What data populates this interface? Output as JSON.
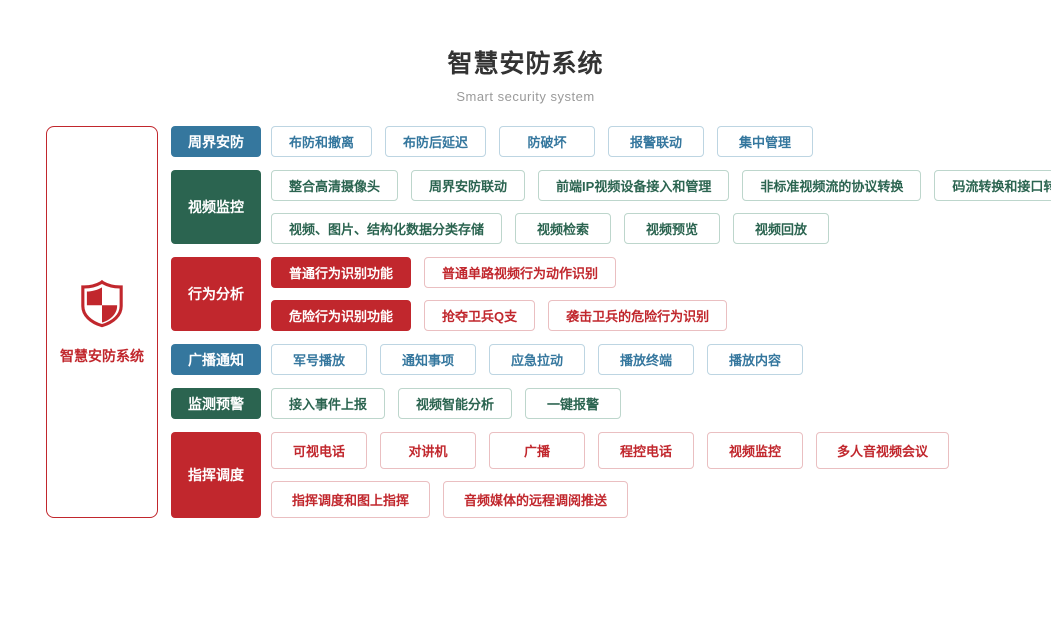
{
  "header": {
    "title": "智慧安防系统",
    "subtitle": "Smart security system"
  },
  "root": {
    "label": "智慧安防系统",
    "icon": "shield-icon"
  },
  "colors": {
    "blue": "#35779e",
    "green": "#2b6450",
    "red": "#c1272d",
    "blue_border": "#bdd5e2",
    "green_border": "#bdd6cc",
    "red_border": "#eabfc1"
  },
  "categories": [
    {
      "id": "perimeter",
      "label": "周界安防",
      "color": "blue",
      "rows": [
        [
          {
            "label": "布防和撤离"
          },
          {
            "label": "布防后延迟"
          },
          {
            "label": "防破坏"
          },
          {
            "label": "报警联动"
          },
          {
            "label": "集中管理"
          }
        ]
      ]
    },
    {
      "id": "video-surveillance",
      "label": "视频监控",
      "color": "green",
      "rows": [
        [
          {
            "label": "整合高清摄像头"
          },
          {
            "label": "周界安防联动"
          },
          {
            "label": "前端IP视频设备接入和管理"
          },
          {
            "label": "非标准视频流的协议转换"
          },
          {
            "label": "码流转换和接口转换"
          }
        ],
        [
          {
            "label": "视频、图片、结构化数据分类存储"
          },
          {
            "label": "视频检索"
          },
          {
            "label": "视频预览"
          },
          {
            "label": "视频回放"
          }
        ]
      ]
    },
    {
      "id": "behavior-analysis",
      "label": "行为分析",
      "color": "red",
      "rows": [
        [
          {
            "label": "普通行为识别功能",
            "solid": true
          },
          {
            "label": "普通单路视频行为动作识别"
          }
        ],
        [
          {
            "label": "危险行为识别功能",
            "solid": true
          },
          {
            "label": "抢夺卫兵Q支"
          },
          {
            "label": "袭击卫兵的危险行为识别"
          }
        ]
      ]
    },
    {
      "id": "broadcast",
      "label": "广播通知",
      "color": "blue",
      "rows": [
        [
          {
            "label": "军号播放"
          },
          {
            "label": "通知事项"
          },
          {
            "label": "应急拉动"
          },
          {
            "label": "播放终端"
          },
          {
            "label": "播放内容"
          }
        ]
      ]
    },
    {
      "id": "monitor-warning",
      "label": "监测预警",
      "color": "green",
      "rows": [
        [
          {
            "label": "接入事件上报"
          },
          {
            "label": "视频智能分析"
          },
          {
            "label": "一键报警"
          }
        ]
      ]
    },
    {
      "id": "dispatch",
      "label": "指挥调度",
      "color": "red",
      "tall": true,
      "rows": [
        [
          {
            "label": "可视电话"
          },
          {
            "label": "对讲机"
          },
          {
            "label": "广播"
          },
          {
            "label": "程控电话"
          },
          {
            "label": "视频监控"
          },
          {
            "label": "多人音视频会议"
          }
        ],
        [
          {
            "label": "指挥调度和图上指挥"
          },
          {
            "label": "音频媒体的远程调阅推送"
          }
        ]
      ]
    }
  ]
}
